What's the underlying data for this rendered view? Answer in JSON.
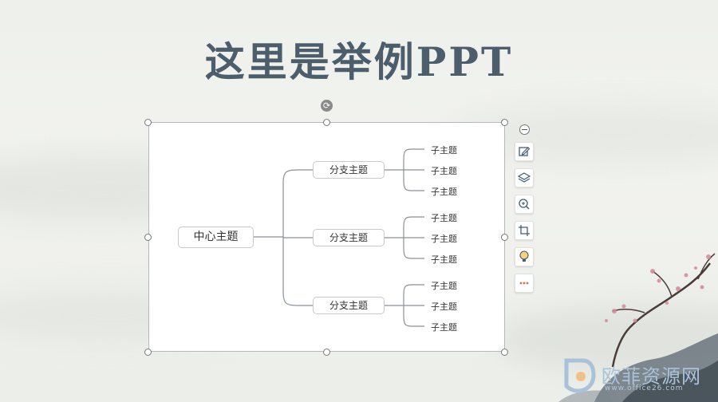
{
  "slide": {
    "title": "这里是举例PPT",
    "colors": {
      "title": "#4c5d6c",
      "frame_border": "#b8b8b8",
      "lines": "#8a8f99",
      "watermark": "#a9c1d9"
    }
  },
  "mindmap": {
    "central": "中心主题",
    "branches": [
      {
        "label": "分支主题",
        "children": [
          "子主题",
          "子主题",
          "子主题"
        ]
      },
      {
        "label": "分支主题",
        "children": [
          "子主题",
          "子主题",
          "子主题"
        ]
      },
      {
        "label": "分支主题",
        "children": [
          "子主题",
          "子主题",
          "子主题"
        ]
      }
    ]
  },
  "toolbar": {
    "collapse": "collapse-icon",
    "tools": [
      "edit-icon",
      "layers-icon",
      "zoom-in-icon",
      "crop-icon",
      "lightbulb-icon",
      "more-icon"
    ]
  },
  "watermark": {
    "text": "欧菲资源网",
    "sub": "www.office26.com"
  }
}
